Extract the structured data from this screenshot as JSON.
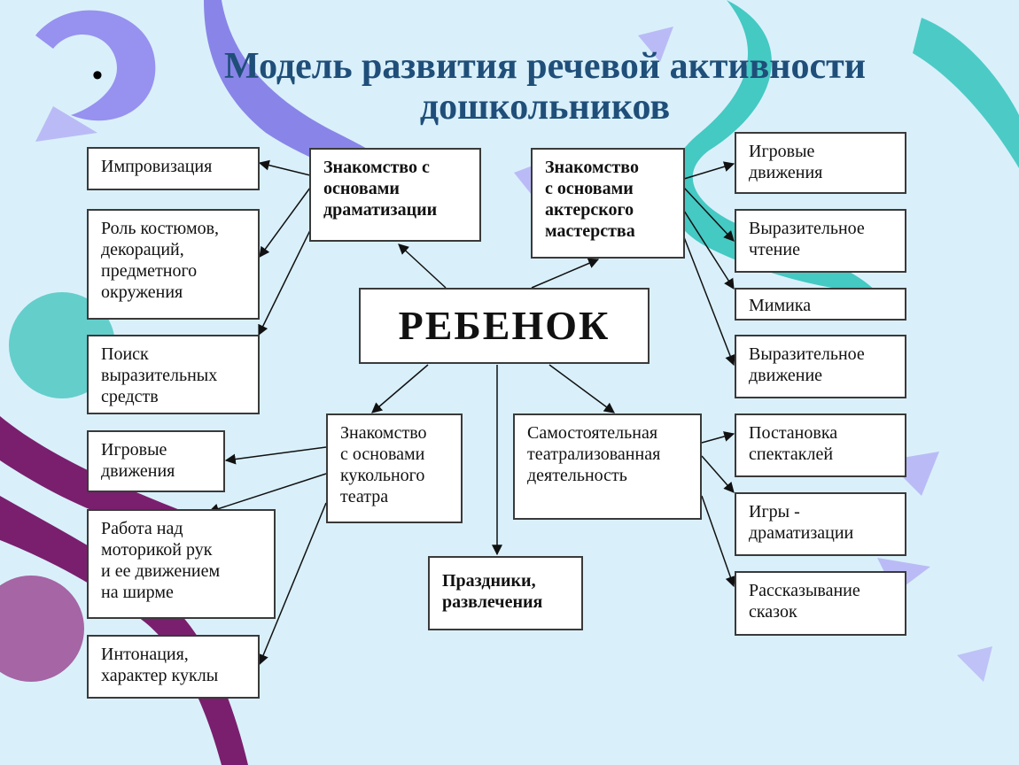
{
  "slide": {
    "bullet": "•",
    "title_line1": "Модель развития речевой активности",
    "title_line2": "дошкольников"
  },
  "nodes": {
    "root": "РЕБЕНОК",
    "dramatization": "Знакомство с\nосновами\nдраматизации",
    "acting": "Знакомство\nс основами\nактерского\nмастерства",
    "puppet": "Знакомство\nс основами\nкукольного\nтеатра",
    "independent": "Самостоятельная\nтеатрализованная\nдеятельность",
    "holidays": "Праздники,\nразвлечения",
    "improvisation": "Импровизация",
    "costumes": "Роль костюмов,\nдекораций,\nпредметного\nокружения",
    "search_means": "Поиск\nвыразительных\nсредств",
    "game_moves_left": "Игровые\nдвижения",
    "hand_motor": "Работа над\nмоторикой рук\nи ее движением\nна ширме",
    "intonation": "Интонация,\nхарактер куклы",
    "game_moves_right": "Игровые\nдвижения",
    "expressive_reading": "Выразительное\nчтение",
    "mimicry": "Мимика",
    "expressive_movement": "Выразительное\nдвижение",
    "staging": "Постановка\nспектаклей",
    "dramatization_games": "Игры -\nдраматизации",
    "storytelling": "Рассказывание\nсказок"
  }
}
